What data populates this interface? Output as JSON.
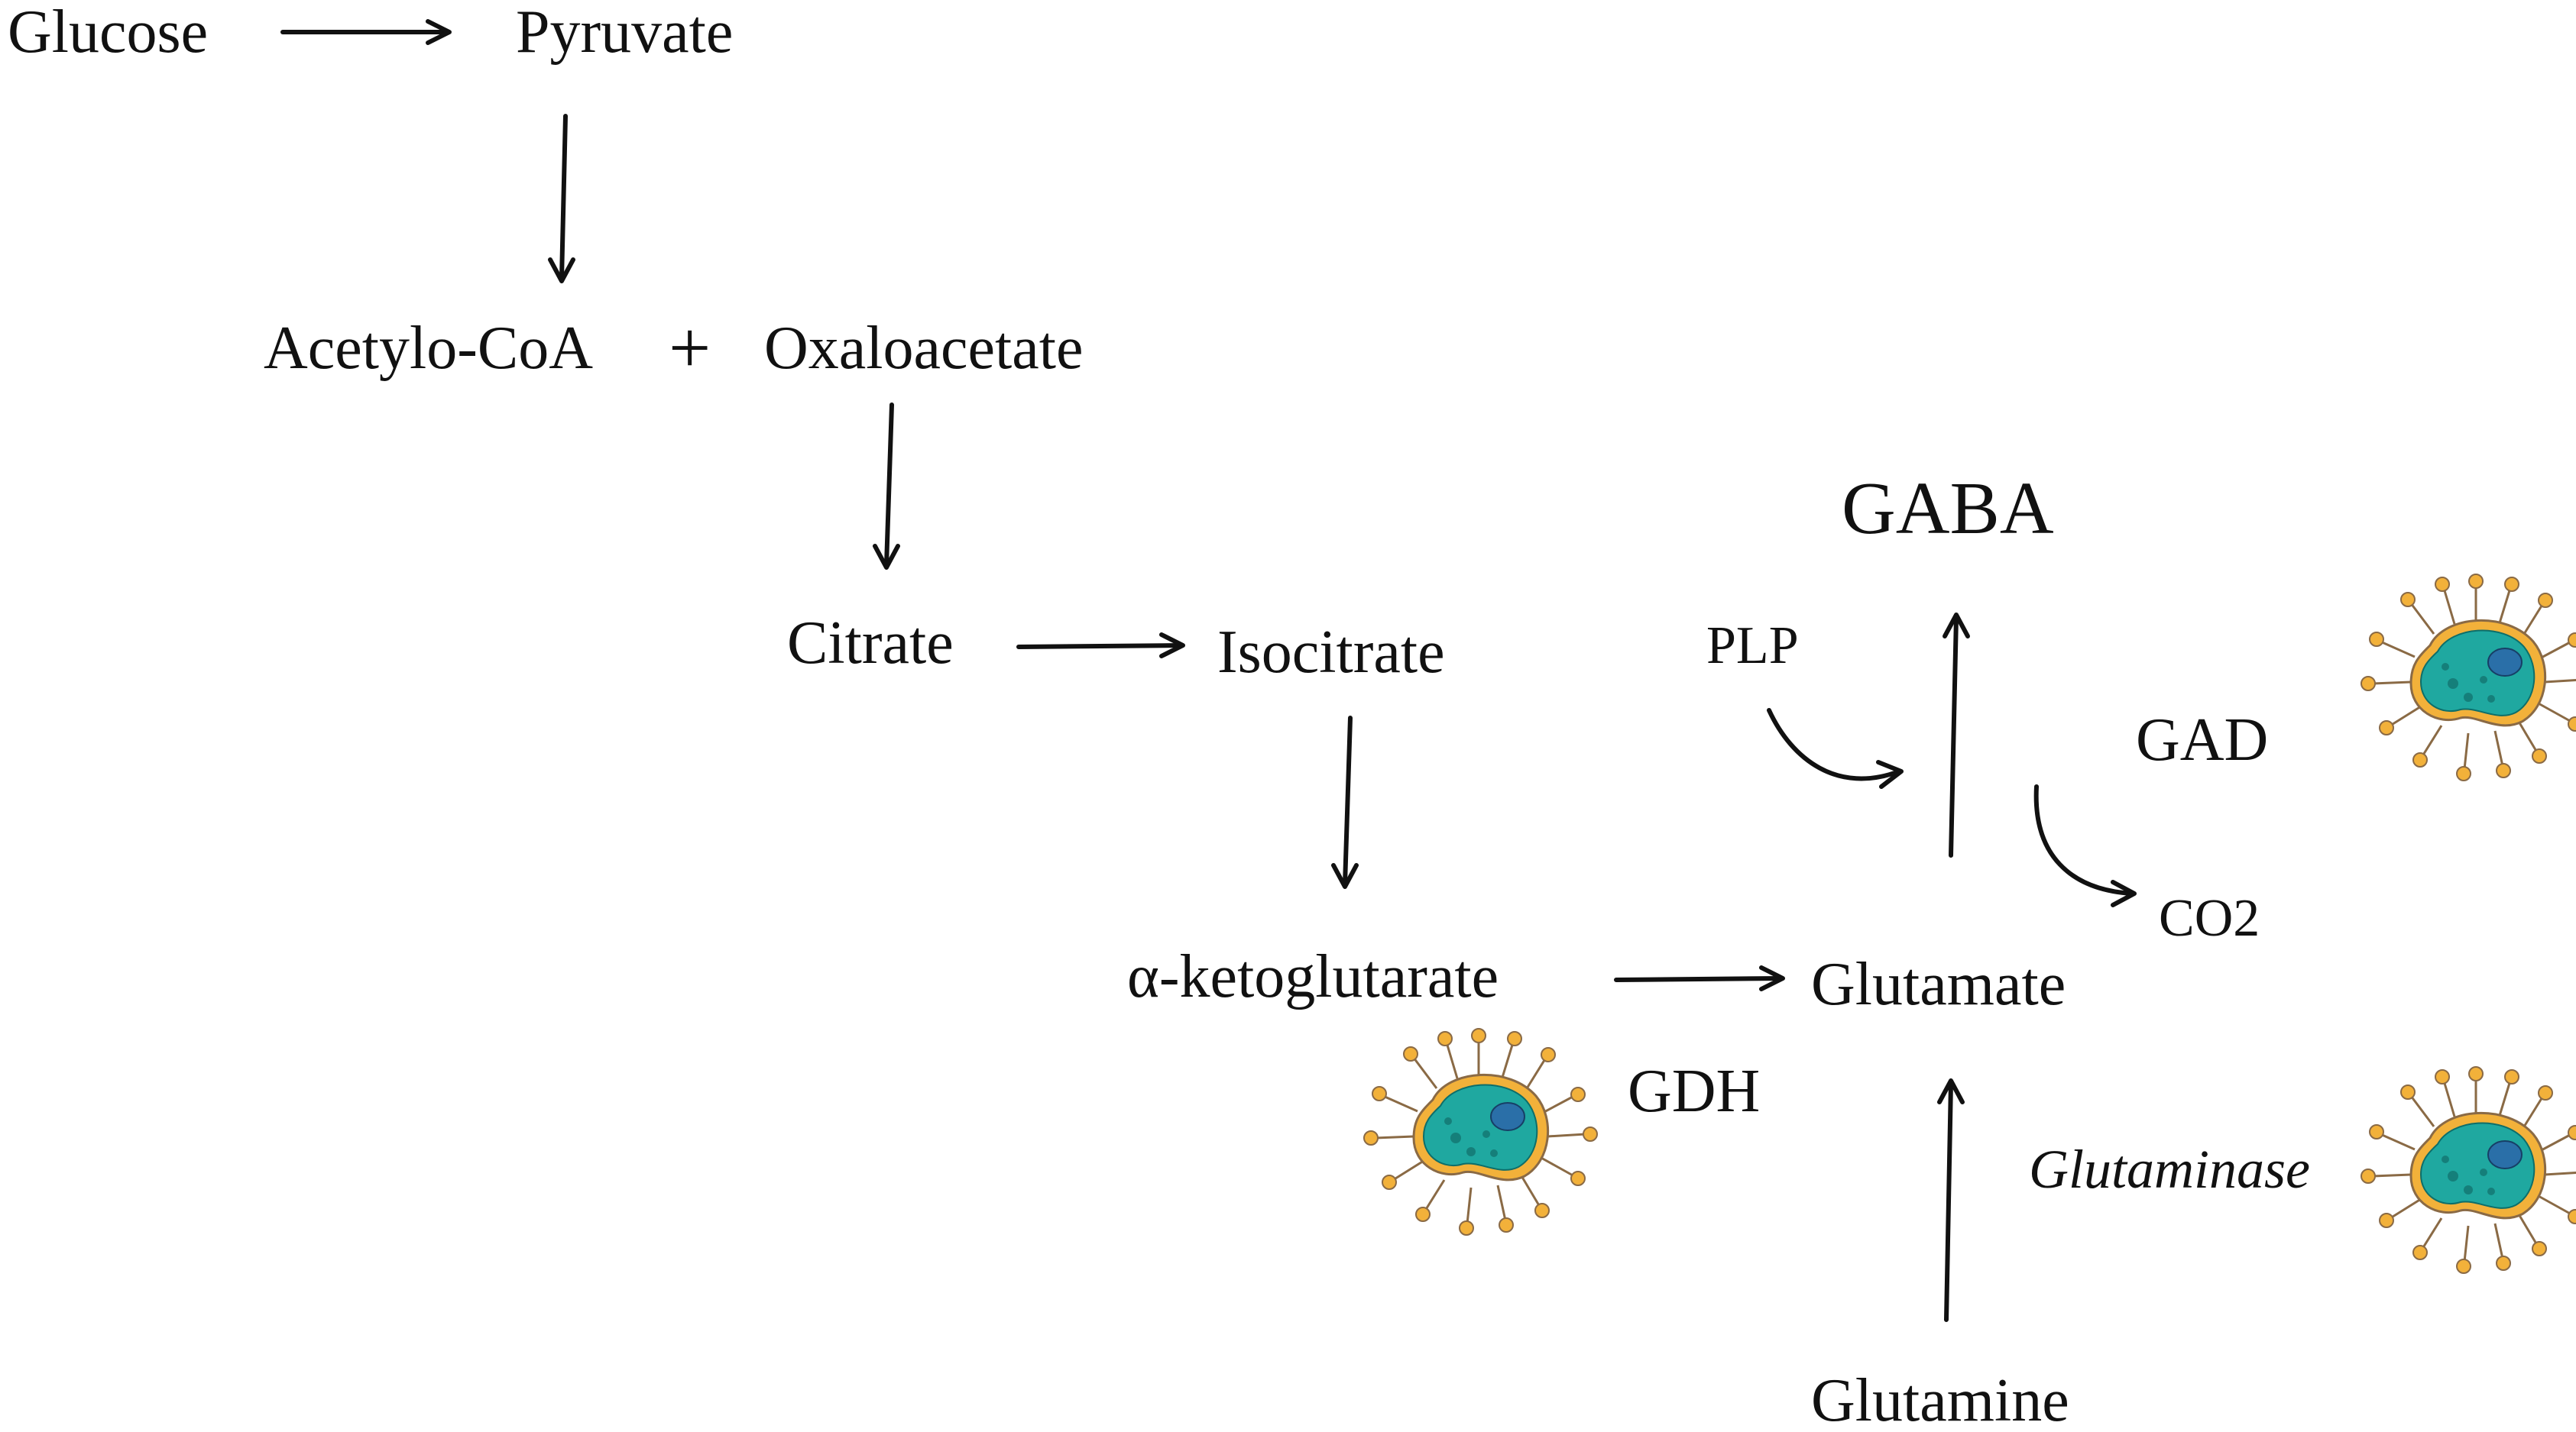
{
  "nodes": {
    "glucose": "Glucose",
    "pyruvate": "Pyruvate",
    "acetyl_coa": "Acetylo-CoA",
    "plus": "+",
    "oxaloacetate": "Oxaloacetate",
    "citrate": "Citrate",
    "isocitrate": "Isocitrate",
    "alpha_ketoglutarate": "α-ketoglutarate",
    "glutamate": "Glutamate",
    "gaba": "GABA",
    "glutamine": "Glutamine",
    "plp": "PLP",
    "co2": "CO2"
  },
  "enzymes": {
    "gdh": "GDH",
    "gad": "GAD",
    "glutaminase": "Glutaminase"
  },
  "colors": {
    "bacteria_body": "#1fa8a0",
    "bacteria_membrane": "#f2b13a",
    "bacteria_nucleus": "#2a6fa8",
    "arrow": "#111111"
  },
  "icons": {
    "bacterium": "bacterium-icon"
  }
}
